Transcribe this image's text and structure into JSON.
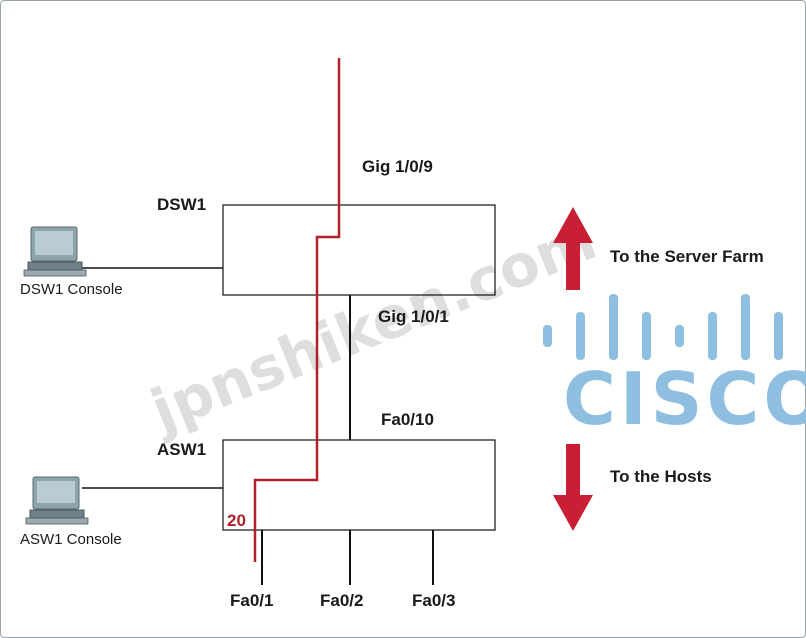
{
  "devices": {
    "dsw1": "DSW1",
    "asw1": "ASW1"
  },
  "consoles": {
    "dsw1": "DSW1 Console",
    "asw1": "ASW1 Console"
  },
  "ports": {
    "gig_1_0_9": "Gig 1/0/9",
    "gig_1_0_1": "Gig 1/0/1",
    "fa0_10": "Fa0/10",
    "fa0_1": "Fa0/1",
    "fa0_2": "Fa0/2",
    "fa0_3": "Fa0/3"
  },
  "vlan_tag": "20",
  "directions": {
    "up": "To the Server Farm",
    "down": "To the Hosts"
  },
  "logo": {
    "word": "CISCO"
  },
  "watermark": "jpnshiken.com",
  "colors": {
    "path": "#b0202a",
    "arrow": "#c81e36",
    "cisco_blue": "#8fbfe0",
    "outline": "#111111"
  }
}
